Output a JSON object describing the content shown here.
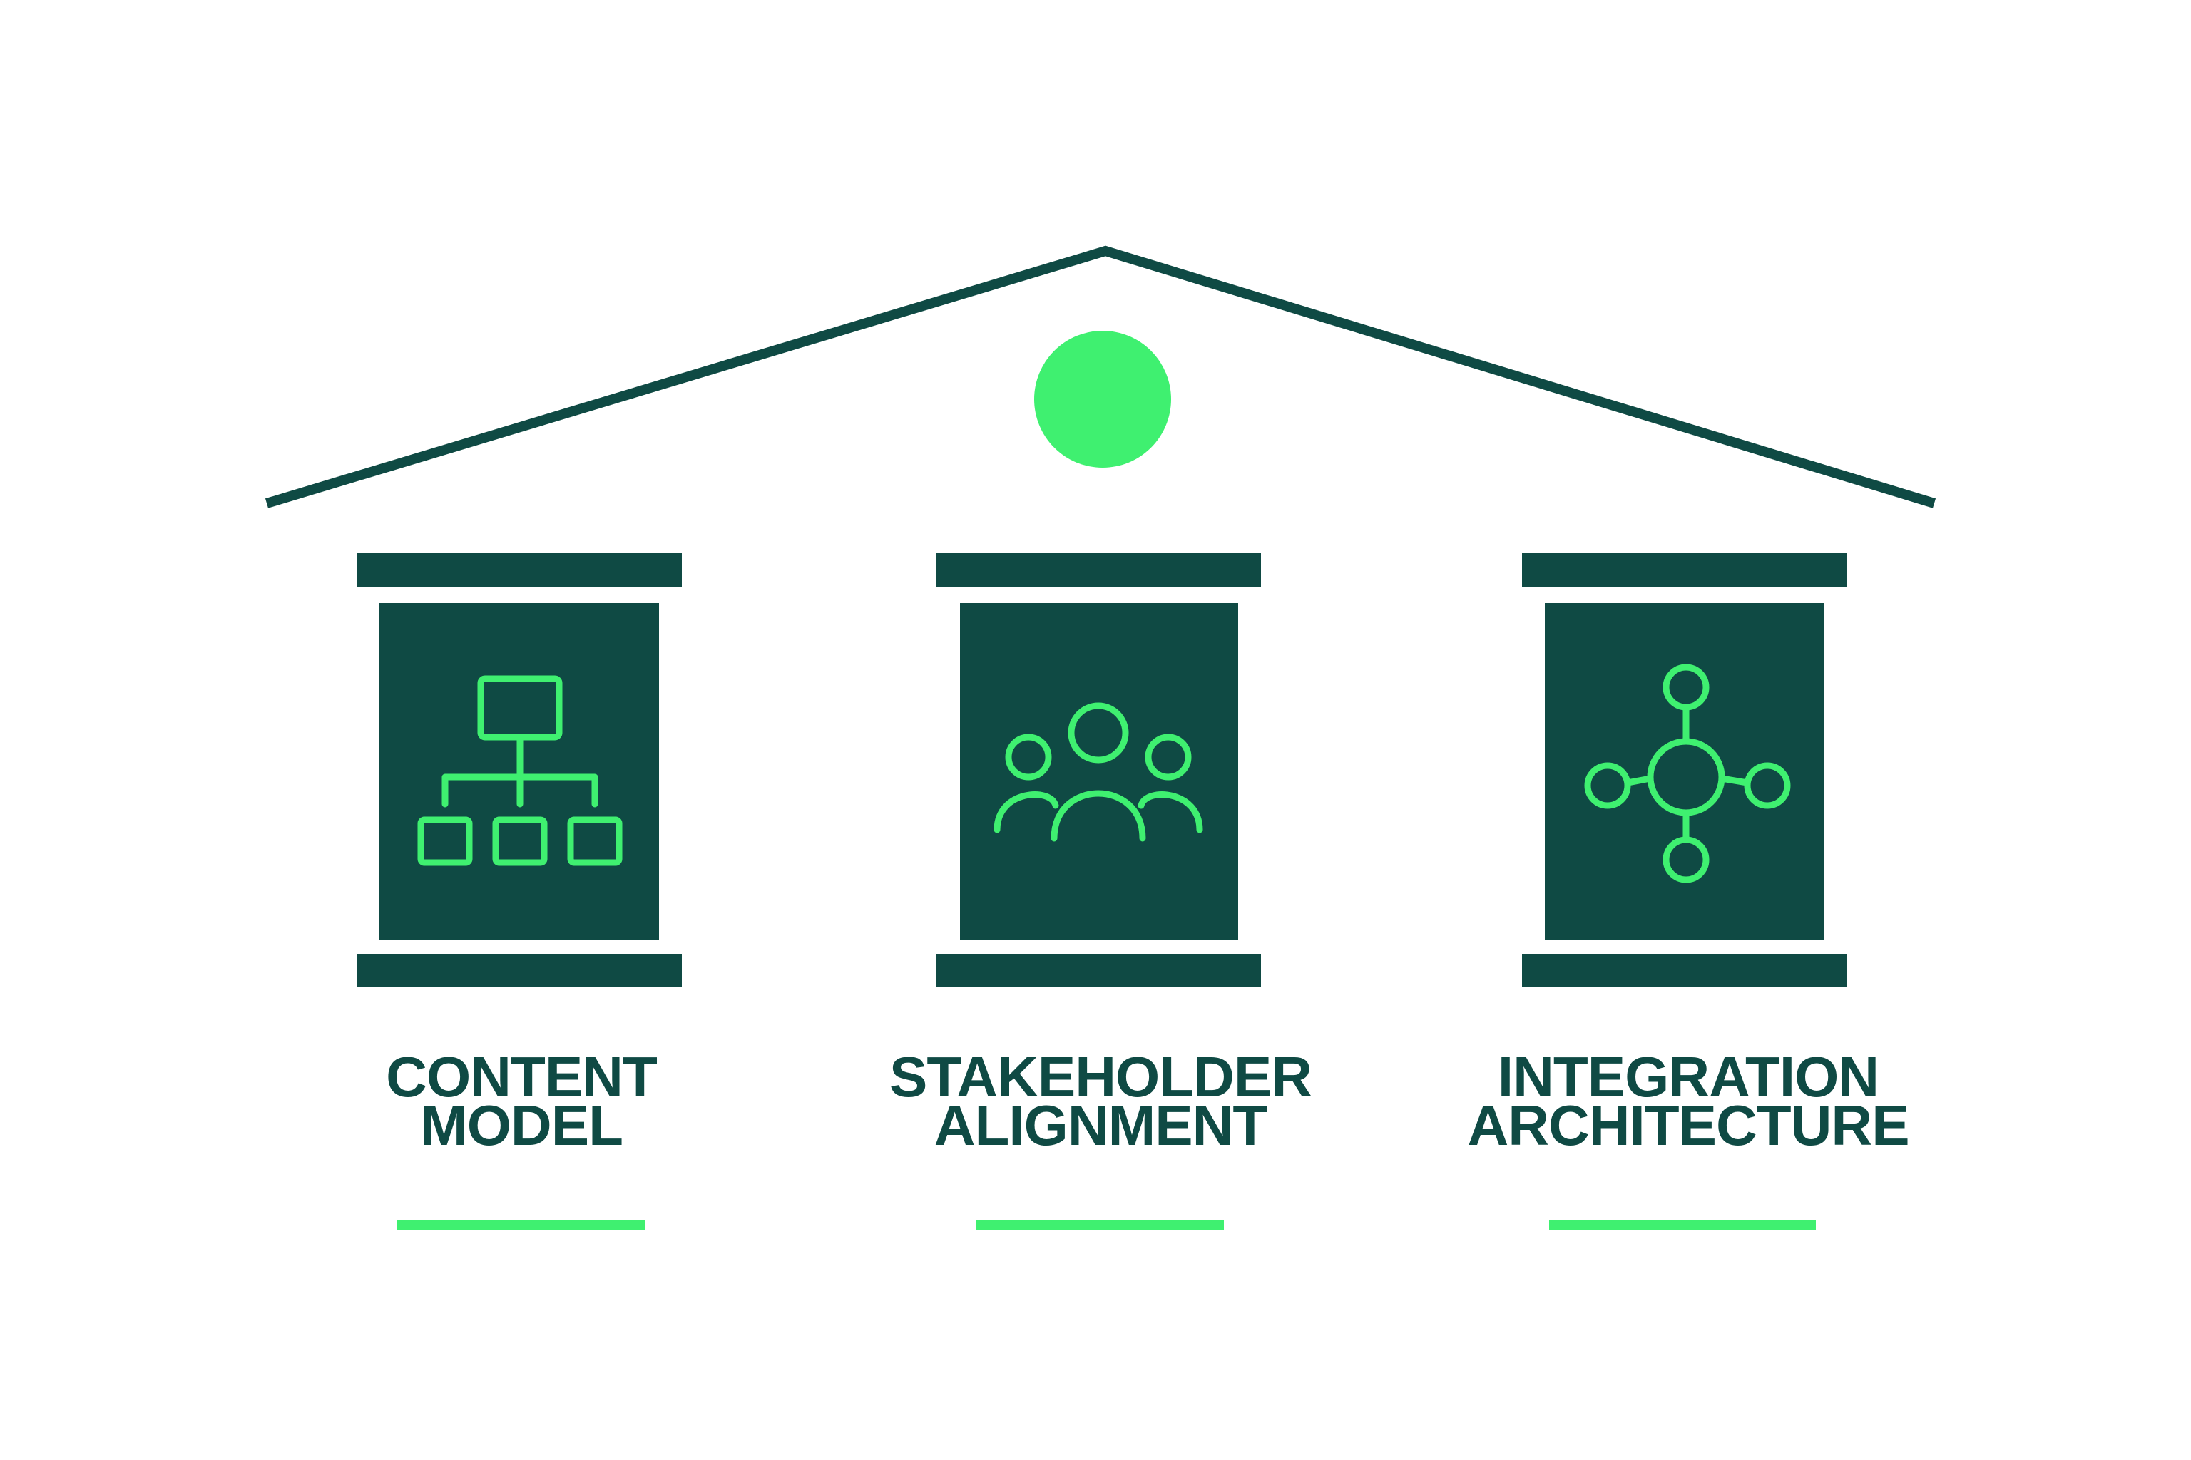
{
  "colors": {
    "dark": "#0f4a44",
    "accent": "#3ff070",
    "background": "#ffffff"
  },
  "pillars": [
    {
      "id": "content-model",
      "icon": "hierarchy-icon",
      "label_line1": "CONTENT",
      "label_line2": "MODEL"
    },
    {
      "id": "stakeholder-alignment",
      "icon": "people-group-icon",
      "label_line1": "STAKEHOLDER",
      "label_line2": "ALIGNMENT"
    },
    {
      "id": "integration-architecture",
      "icon": "network-hub-icon",
      "label_line1": "INTEGRATION",
      "label_line2": "ARCHITECTURE"
    }
  ]
}
